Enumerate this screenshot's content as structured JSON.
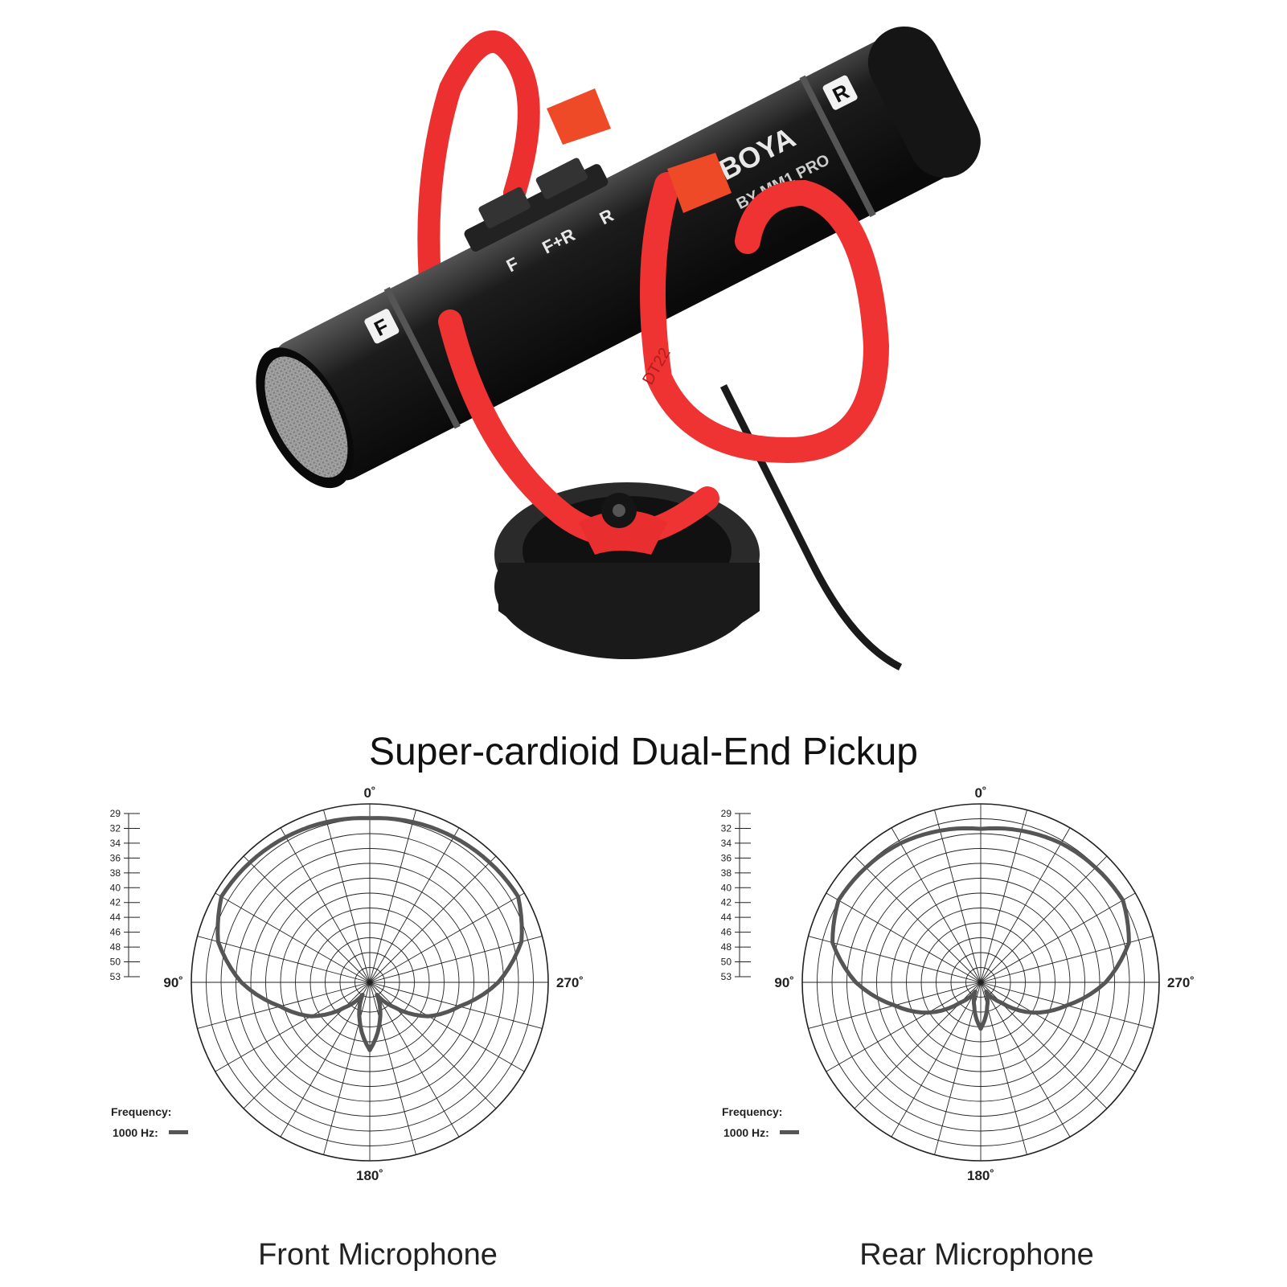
{
  "headline": "Super-cardioid Dual-End Pickup",
  "product": {
    "front_mark": "F",
    "rear_mark": "R",
    "brand": "BOYA",
    "model": "BY-MM1 PRO",
    "switch_labels": [
      "F",
      "F+R",
      "R"
    ],
    "mount_mark": "DT22"
  },
  "chart_data": [
    {
      "type": "polar",
      "caption": "Front Microphone",
      "angle_labels": [
        "0˚",
        "90˚",
        "180˚",
        "270˚"
      ],
      "radial_tick_labels": [
        "29",
        "32",
        "34",
        "36",
        "38",
        "40",
        "42",
        "44",
        "46",
        "48",
        "50",
        "53"
      ],
      "legend_title": "Frequency:",
      "legend_entries": [
        {
          "name": "1000 Hz:",
          "color": "#555555"
        }
      ],
      "series": [
        {
          "name": "1000 Hz",
          "angles_deg": [
            0,
            30,
            60,
            75,
            90,
            105,
            120,
            135,
            150,
            165,
            180,
            195,
            210,
            225,
            240,
            255,
            270,
            285,
            300,
            330,
            360
          ],
          "relative_level": [
            0.92,
            0.94,
            0.96,
            0.88,
            0.72,
            0.52,
            0.38,
            0.2,
            0.08,
            0.22,
            0.38,
            0.22,
            0.08,
            0.2,
            0.38,
            0.52,
            0.72,
            0.88,
            0.96,
            0.94,
            0.92
          ]
        }
      ]
    },
    {
      "type": "polar",
      "caption": "Rear Microphone",
      "angle_labels": [
        "0˚",
        "90˚",
        "180˚",
        "270˚"
      ],
      "radial_tick_labels": [
        "29",
        "32",
        "34",
        "36",
        "38",
        "40",
        "42",
        "44",
        "46",
        "48",
        "50",
        "53"
      ],
      "legend_title": "Frequency:",
      "legend_entries": [
        {
          "name": "1000 Hz:",
          "color": "#555555"
        }
      ],
      "series": [
        {
          "name": "1000 Hz",
          "angles_deg": [
            0,
            30,
            60,
            75,
            90,
            105,
            120,
            135,
            150,
            165,
            180,
            195,
            210,
            225,
            240,
            255,
            270,
            285,
            300,
            330,
            360
          ],
          "relative_level": [
            0.86,
            0.9,
            0.92,
            0.86,
            0.7,
            0.5,
            0.34,
            0.16,
            0.06,
            0.14,
            0.26,
            0.14,
            0.06,
            0.16,
            0.34,
            0.5,
            0.7,
            0.86,
            0.92,
            0.9,
            0.86
          ]
        }
      ]
    }
  ]
}
